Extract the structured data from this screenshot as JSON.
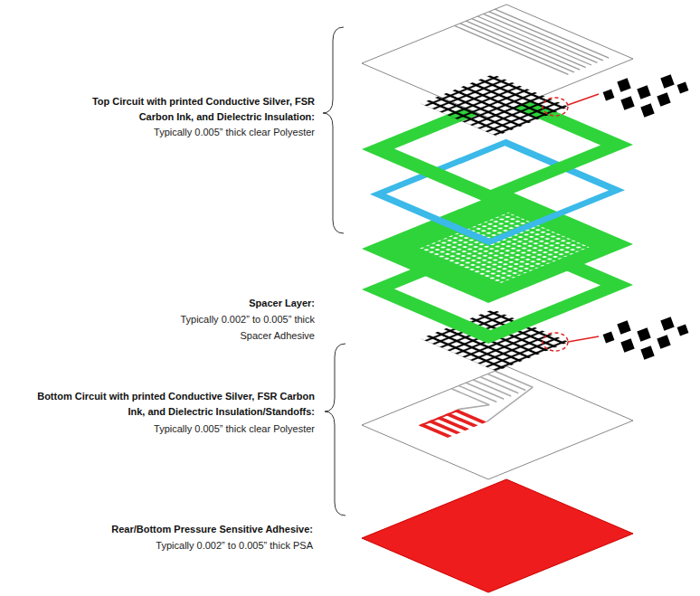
{
  "diagram": {
    "labels": [
      "Top Circuit with printed Conductive Silver, FSR Carbon Ink, and Dielectric Insulation:",
      "Typically 0.005” thick clear Polyester",
      "Spacer Layer:",
      "Typically 0.002” to 0.005” thick",
      "Spacer Adhesive",
      "Bottom Circuit with printed Conductive Silver, FSR Carbon Ink, and Dielectric Insulation/Standoffs:",
      "Typically 0.005” thick clear Polyester",
      "Rear/Bottom Pressure Sensitive Adhesive:",
      "Typically 0.002” to 0.005” thick PSA"
    ]
  }
}
